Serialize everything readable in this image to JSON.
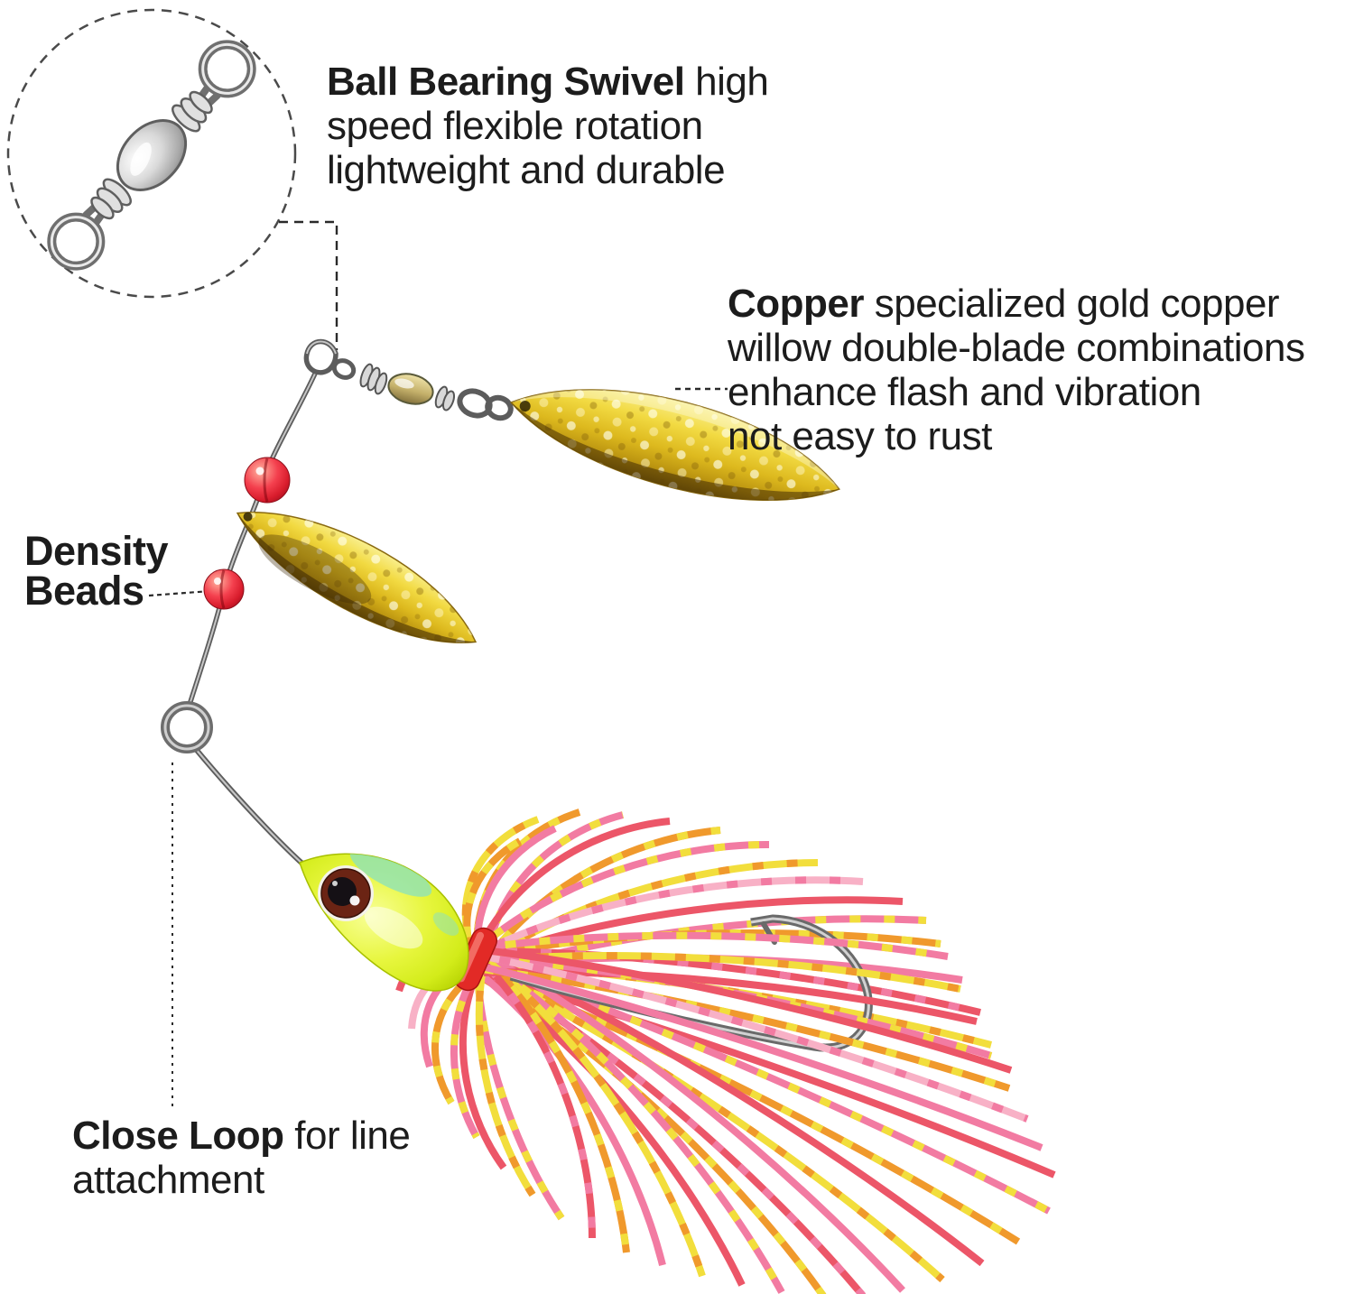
{
  "callouts": {
    "ball_bearing_swivel": {
      "bold": "Ball Bearing Swivel",
      "rest": " high",
      "line2": "speed flexible rotation",
      "line3": "lightweight and durable"
    },
    "copper": {
      "bold": "Copper",
      "rest": " specialized gold copper",
      "line2": "willow double-blade combinations",
      "line3": "enhance flash and vibration",
      "line4": "not easy to rust"
    },
    "density_beads": {
      "line1": "Density",
      "line2": "Beads"
    },
    "close_loop": {
      "bold": "Close Loop",
      "rest": " for line",
      "line2": "attachment"
    }
  },
  "colors": {
    "background": "#ffffff",
    "text": "#1c1c1c",
    "blade_gold": "#e6c226",
    "blade_shadow": "#5f4606",
    "bead_red": "#e8333c",
    "wire_silver": "#8b8b8b",
    "head_chartreuse": "#e4f63a",
    "head_accent_green": "#8fe2b8",
    "collar_red": "#e22a26",
    "skirt_pink": "#f27ba2",
    "skirt_rose": "#ec5668",
    "skirt_orange": "#f0992c",
    "skirt_yellow": "#f2de3c",
    "skirt_light_pink": "#f8b1c6",
    "hook_silver": "#9a9a9a"
  }
}
